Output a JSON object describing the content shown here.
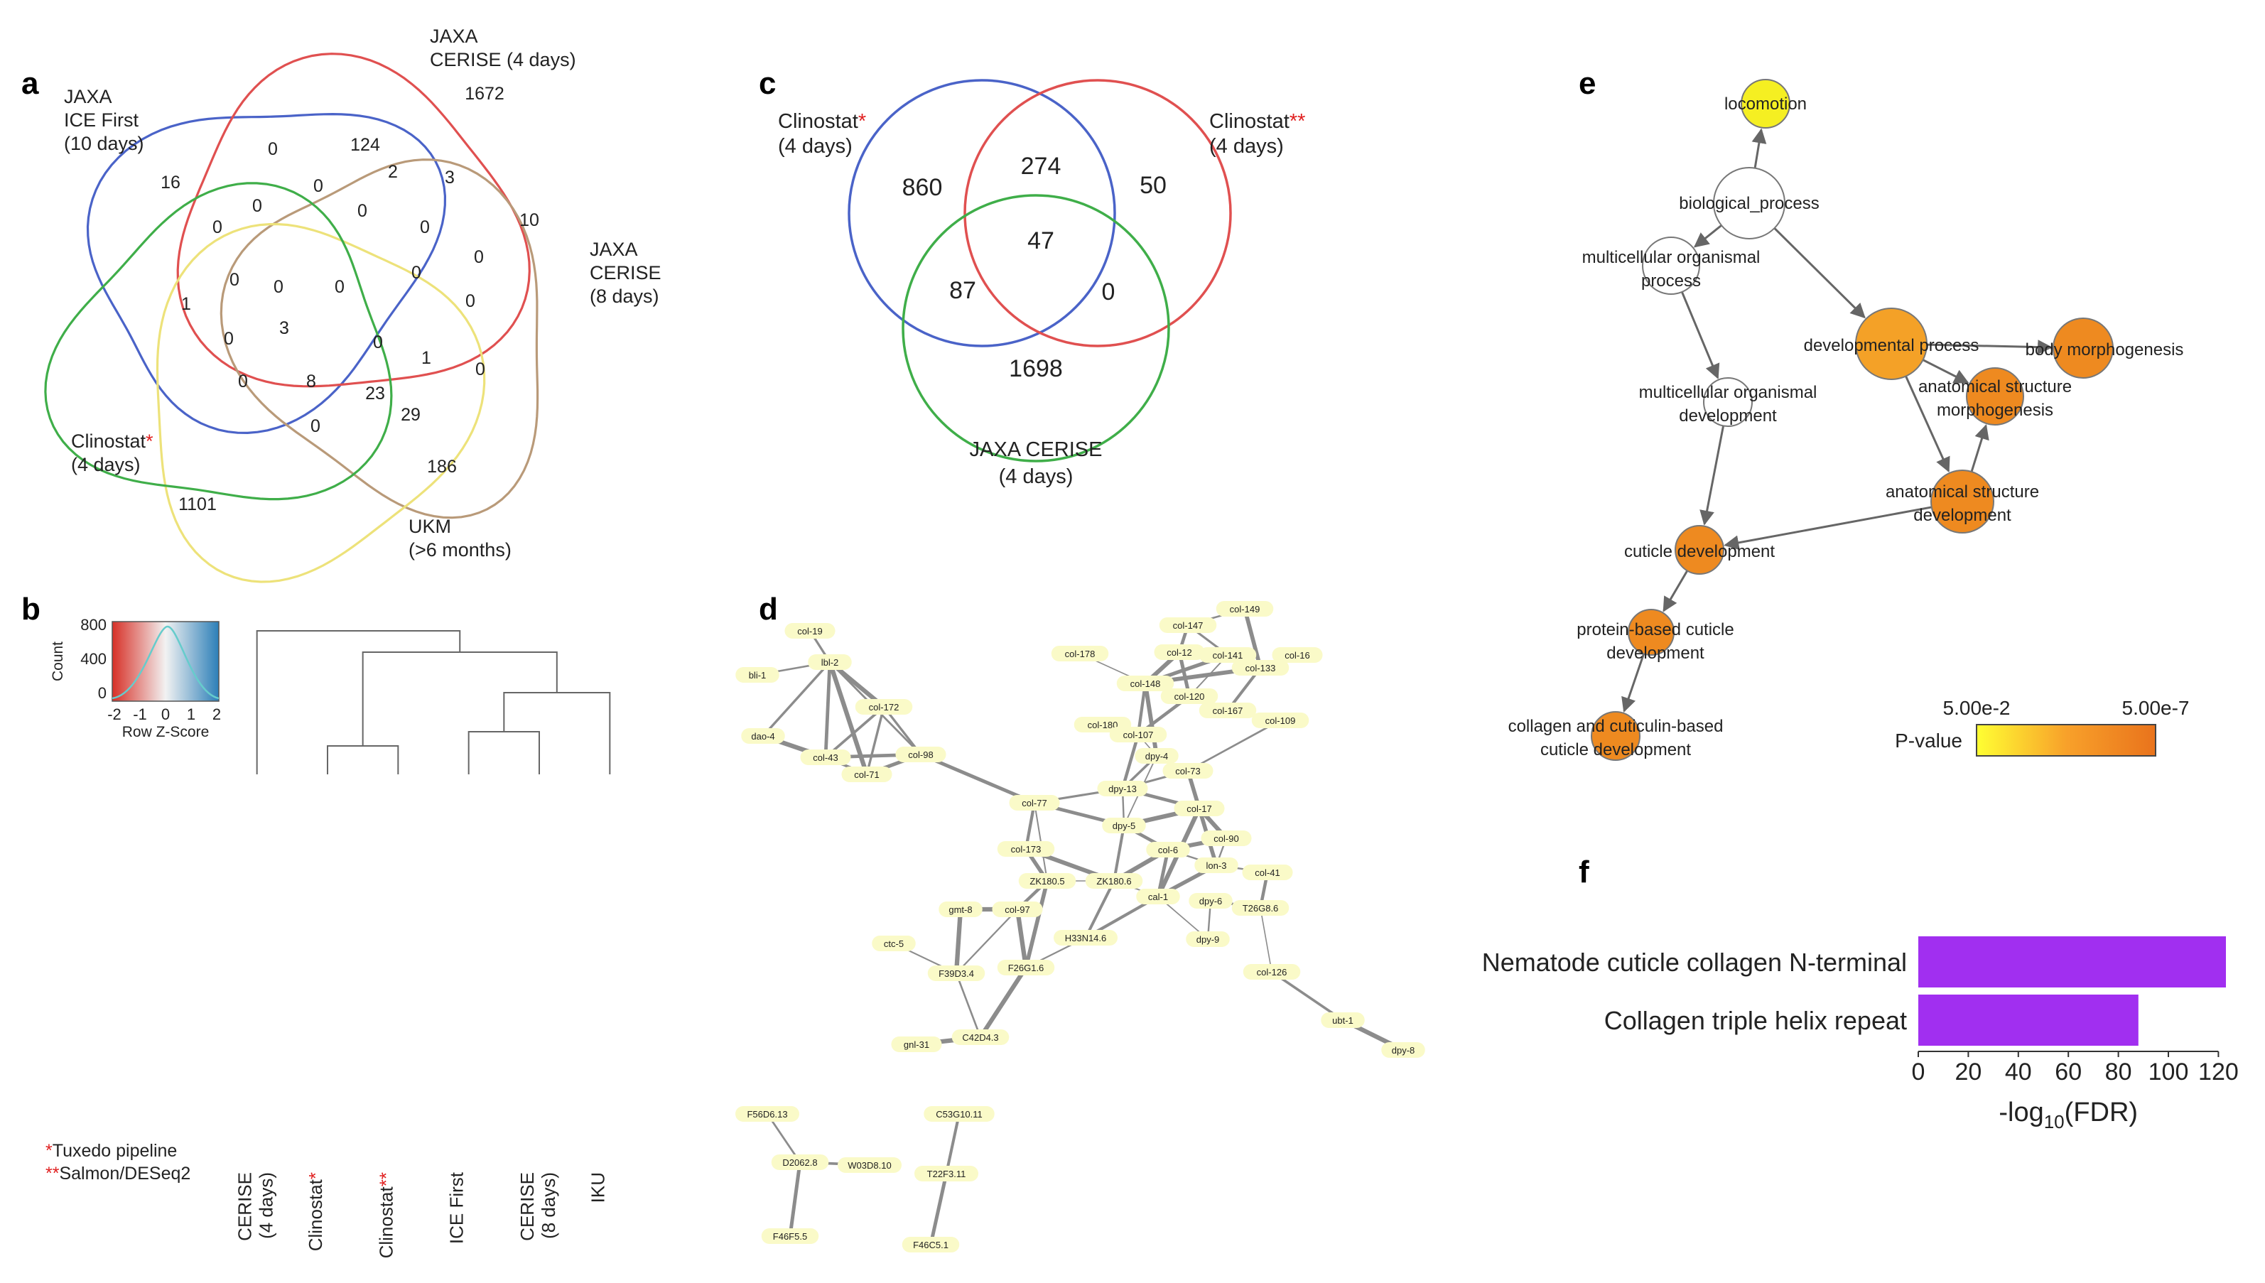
{
  "panels": {
    "a": "a",
    "b": "b",
    "c": "c",
    "d": "d",
    "e": "e",
    "f": "f"
  },
  "colors": {
    "blue": "#4a63c8",
    "red": "#e05050",
    "green": "#3fae49",
    "yellow": "#ede27a",
    "tan": "#b99a79",
    "netNode": "#fafac8",
    "netEdge": "#8c8c8c",
    "purple": "#a12ff0",
    "asterisk": "#e02020",
    "heatLow": "#d73027",
    "heatMid": "#f2f2f2",
    "heatHigh": "#2c7fb8"
  },
  "venn5": {
    "labels": [
      {
        "lines": [
          "JAXA",
          "ICE First",
          "(10 days)"
        ],
        "asterisk": ""
      },
      {
        "lines": [
          "JAXA",
          "CERISE (4 days)"
        ],
        "asterisk": ""
      },
      {
        "lines": [
          "JAXA",
          "CERISE",
          "(8 days)"
        ],
        "asterisk": ""
      },
      {
        "lines": [
          "UKM",
          "(>6 months)"
        ],
        "asterisk": ""
      },
      {
        "lines": [
          "Clinostat",
          "(4 days)"
        ],
        "asterisk": "*"
      }
    ],
    "counts": [
      "16",
      "1672",
      "10",
      "186",
      "1101",
      "0",
      "124",
      "2",
      "3",
      "0",
      "0",
      "0",
      "0",
      "0",
      "0",
      "1",
      "0",
      "0",
      "0",
      "0",
      "0",
      "0",
      "3",
      "0",
      "0",
      "8",
      "23",
      "29",
      "0",
      "1",
      "0"
    ]
  },
  "venn3": {
    "labels": [
      {
        "lines": [
          "Clinostat",
          "(4 days)"
        ],
        "asterisk": "*"
      },
      {
        "lines": [
          "Clinostat",
          "(4 days)"
        ],
        "asterisk": "**"
      },
      {
        "lines": [
          "JAXA CERISE",
          "(4 days)"
        ],
        "asterisk": ""
      }
    ],
    "counts": [
      "860",
      "274",
      "50",
      "47",
      "87",
      "0",
      "1698"
    ]
  },
  "heatmap": {
    "legend": {
      "ylabel": "Count",
      "yticks": [
        "800",
        "400",
        "0"
      ],
      "xticks": [
        "-2",
        "-1",
        "0",
        "1",
        "2"
      ],
      "xlabel": "Row Z-Score"
    },
    "columns": [
      {
        "lines": [
          "CERISE",
          "(4 days)"
        ],
        "asterisk": ""
      },
      {
        "lines": [
          "Clinostat"
        ],
        "asterisk": "*"
      },
      {
        "lines": [
          "Clinostat"
        ],
        "asterisk": "**"
      },
      {
        "lines": [
          "ICE First"
        ],
        "asterisk": ""
      },
      {
        "lines": [
          "CERISE",
          "(8 days)"
        ],
        "asterisk": ""
      },
      {
        "lines": [
          "IKU"
        ],
        "asterisk": ""
      }
    ],
    "footnotes": [
      {
        "mark": "*",
        "text": "Tuxedo pipeline"
      },
      {
        "mark": "**",
        "text": "Salmon/DESeq2"
      }
    ]
  },
  "network": {
    "nodes": [
      "col-19",
      "bli-1",
      "lbl-2",
      "col-172",
      "dao-4",
      "col-43",
      "col-98",
      "col-71",
      "col-178",
      "col-12",
      "col-141",
      "col-133",
      "col-16",
      "col-148",
      "col-147",
      "col-149",
      "col-120",
      "col-180",
      "col-107",
      "col-109",
      "col-167",
      "dpy-4",
      "dpy-13",
      "col-73",
      "col-77",
      "dpy-5",
      "lon-3",
      "col-173",
      "col-17",
      "col-90",
      "ZK180.5",
      "ZK180.6",
      "col-41",
      "col-97",
      "cal-1",
      "col-6",
      "gmt-8",
      "dpy-6",
      "T26G8.6",
      "ctc-5",
      "F39D3.4",
      "F26G1.6",
      "H33N14.6",
      "dpy-9",
      "col-126",
      "C42D4.3",
      "gnl-31",
      "ubt-1",
      "dpy-8",
      "F56D6.13",
      "C53G10.11",
      "D2062.8",
      "W03D8.10",
      "T22F3.11",
      "F46F5.5",
      "F46C5.1"
    ]
  },
  "go": {
    "nodes": [
      "locomotion",
      "biological_process",
      "multicellular organismal process",
      "developmental process",
      "body morphogenesis",
      "anatomical structure morphogenesis",
      "multicellular organismal development",
      "anatomical structure development",
      "cuticle development",
      "protein-based cuticle development",
      "collagen and cuticulin-based cuticle development"
    ],
    "legend": {
      "title": "P-value",
      "left": "5.00e-2",
      "right": "5.00e-7"
    }
  },
  "chart_data": {
    "type": "bar",
    "orientation": "horizontal",
    "categories": [
      "Nematode cuticle collagen N-terminal",
      "Collagen triple helix repeat"
    ],
    "values": [
      123,
      88
    ],
    "xlabel": "-log10(FDR)",
    "xlabel_main": "-log",
    "xlabel_sub": "10",
    "xlabel_tail": "(FDR)",
    "xticks": [
      "0",
      "20",
      "40",
      "60",
      "80",
      "100",
      "120"
    ],
    "xlim": [
      0,
      125
    ]
  }
}
